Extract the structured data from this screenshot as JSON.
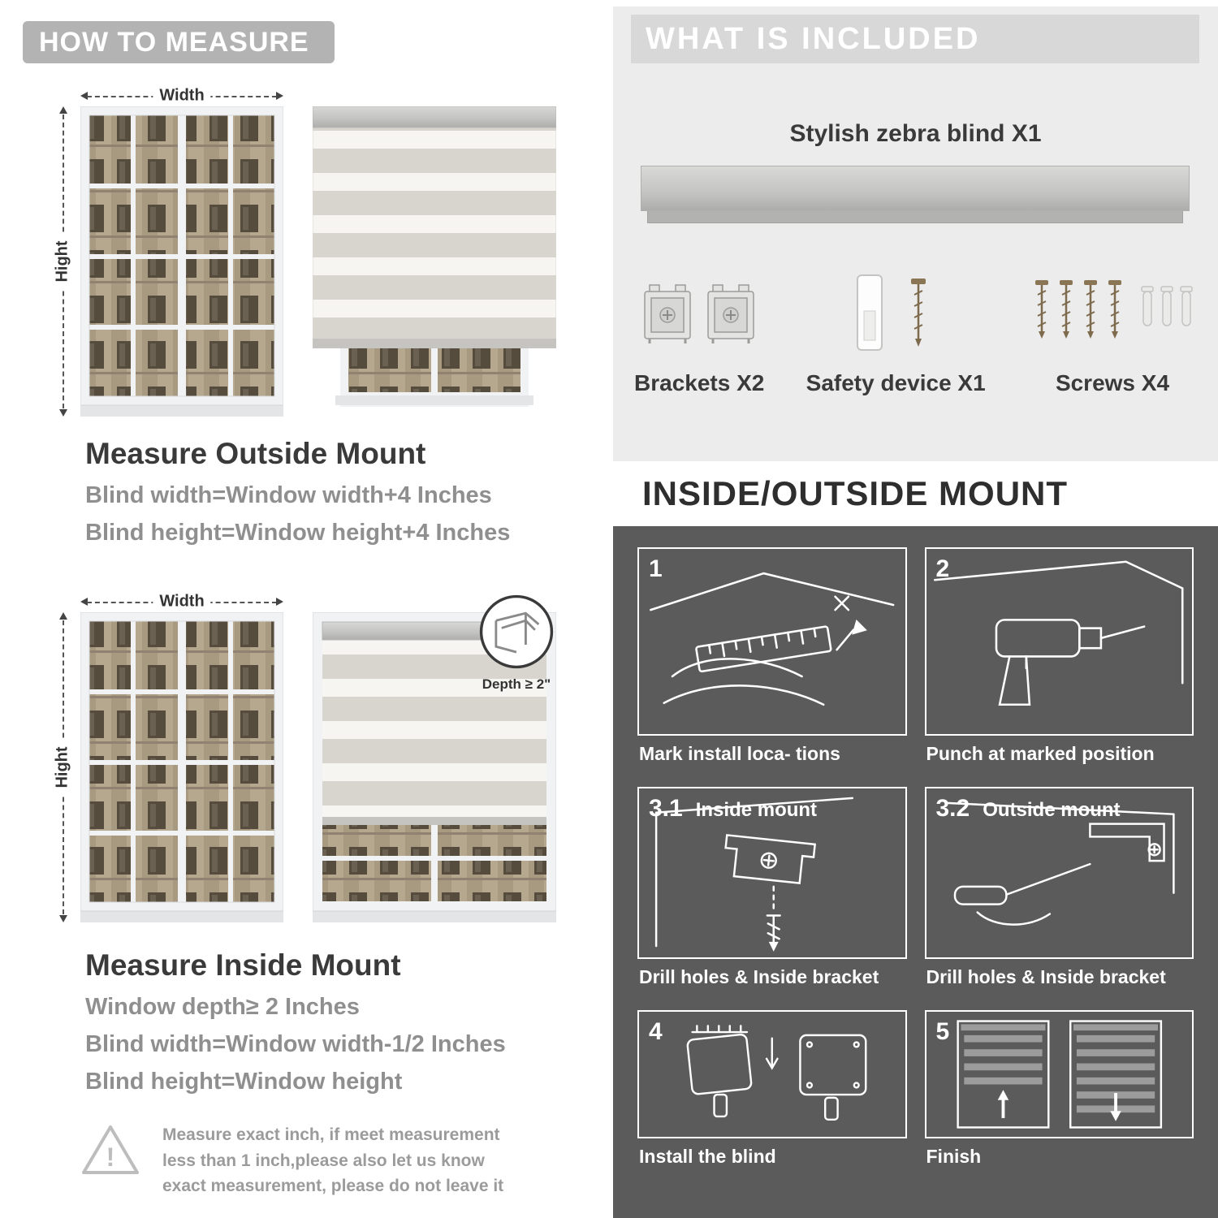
{
  "left": {
    "header": "HOW TO MEASURE",
    "outside": {
      "width_label": "Width",
      "height_label": "Hight",
      "title": "Measure Outside Mount",
      "line1": "Blind width=Window width+4 Inches",
      "line2": "Blind height=Window height+4 Inches"
    },
    "inside": {
      "width_label": "Width",
      "height_label": "Hight",
      "depth_label": "Depth ≥ 2\"",
      "title": "Measure Inside Mount",
      "line1": "Window depth≥ 2 Inches",
      "line2": "Blind width=Window width-1/2 Inches",
      "line3": "Blind height=Window height"
    },
    "warning": {
      "text": "Measure exact inch, if meet measurement less than 1 inch,please also let us know exact measurement, please do not leave it"
    }
  },
  "right": {
    "included": {
      "header": "WHAT IS INCLUDED",
      "blind_label": "Stylish zebra blind X1",
      "items": [
        {
          "label": "Brackets X2"
        },
        {
          "label": "Safety device X1"
        },
        {
          "label": "Screws X4"
        }
      ]
    },
    "mount": {
      "header": "INSIDE/OUTSIDE MOUNT",
      "steps": [
        {
          "num": "1",
          "caption": "Mark install loca- tions"
        },
        {
          "num": "2",
          "caption": "Punch at  marked position"
        },
        {
          "num": "3.1",
          "title": "Inside mount",
          "caption": "Drill holes &  Inside bracket"
        },
        {
          "num": "3.2",
          "title": "Outside mount",
          "caption": "Drill holes &  Inside bracket"
        },
        {
          "num": "4",
          "caption": "Install the blind"
        },
        {
          "num": "5",
          "caption": "Finish"
        }
      ]
    }
  },
  "colors": {
    "banner_gray": "#b3b3b3",
    "panel_light_gray": "#ececec",
    "band_gray": "#d8d8d8",
    "dark_section": "#5b5b5b",
    "heading_dark": "#3a3a3a",
    "body_gray": "#8f8f8f"
  }
}
